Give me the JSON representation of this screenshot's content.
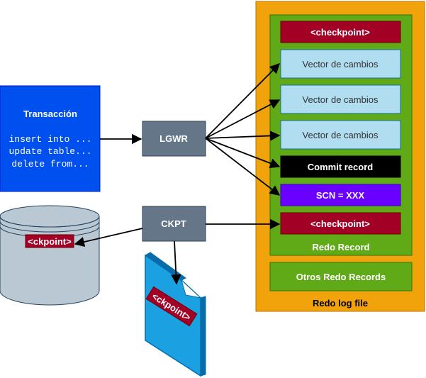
{
  "transaction": {
    "title": "Transacción",
    "lines": [
      "insert into ...",
      "update table...",
      "delete from..."
    ]
  },
  "processes": {
    "lgwr": "LGWR",
    "ckpt": "CKPT"
  },
  "redo_record": {
    "label": "Redo Record",
    "entries": [
      {
        "text": "<checkpoint>",
        "kind": "checkpoint"
      },
      {
        "text": "Vector de cambios",
        "kind": "vector"
      },
      {
        "text": "Vector de cambios",
        "kind": "vector"
      },
      {
        "text": "Vector de cambios",
        "kind": "vector"
      },
      {
        "text": "Commit record",
        "kind": "commit"
      },
      {
        "text": "SCN = XXX",
        "kind": "scn"
      },
      {
        "text": "<checkpoint>",
        "kind": "checkpoint"
      }
    ]
  },
  "other_records": "Otros Redo Records",
  "redo_log_file": "Redo log file",
  "datafile_tag": "<ckpoint>",
  "controlfile_tag": "<ckpoint>",
  "colors": {
    "transaction_blue": "#0050ef",
    "process_gray": "#647687",
    "redo_orange": "#f0a30a",
    "record_green": "#60a917",
    "checkpoint_red": "#a20025",
    "vector_blue": "#b1ddf0",
    "commit_black": "#000000",
    "scn_purple": "#6a00ff",
    "cylinder_gray": "#bac8d3",
    "document_blue": "#1ba1e2"
  }
}
